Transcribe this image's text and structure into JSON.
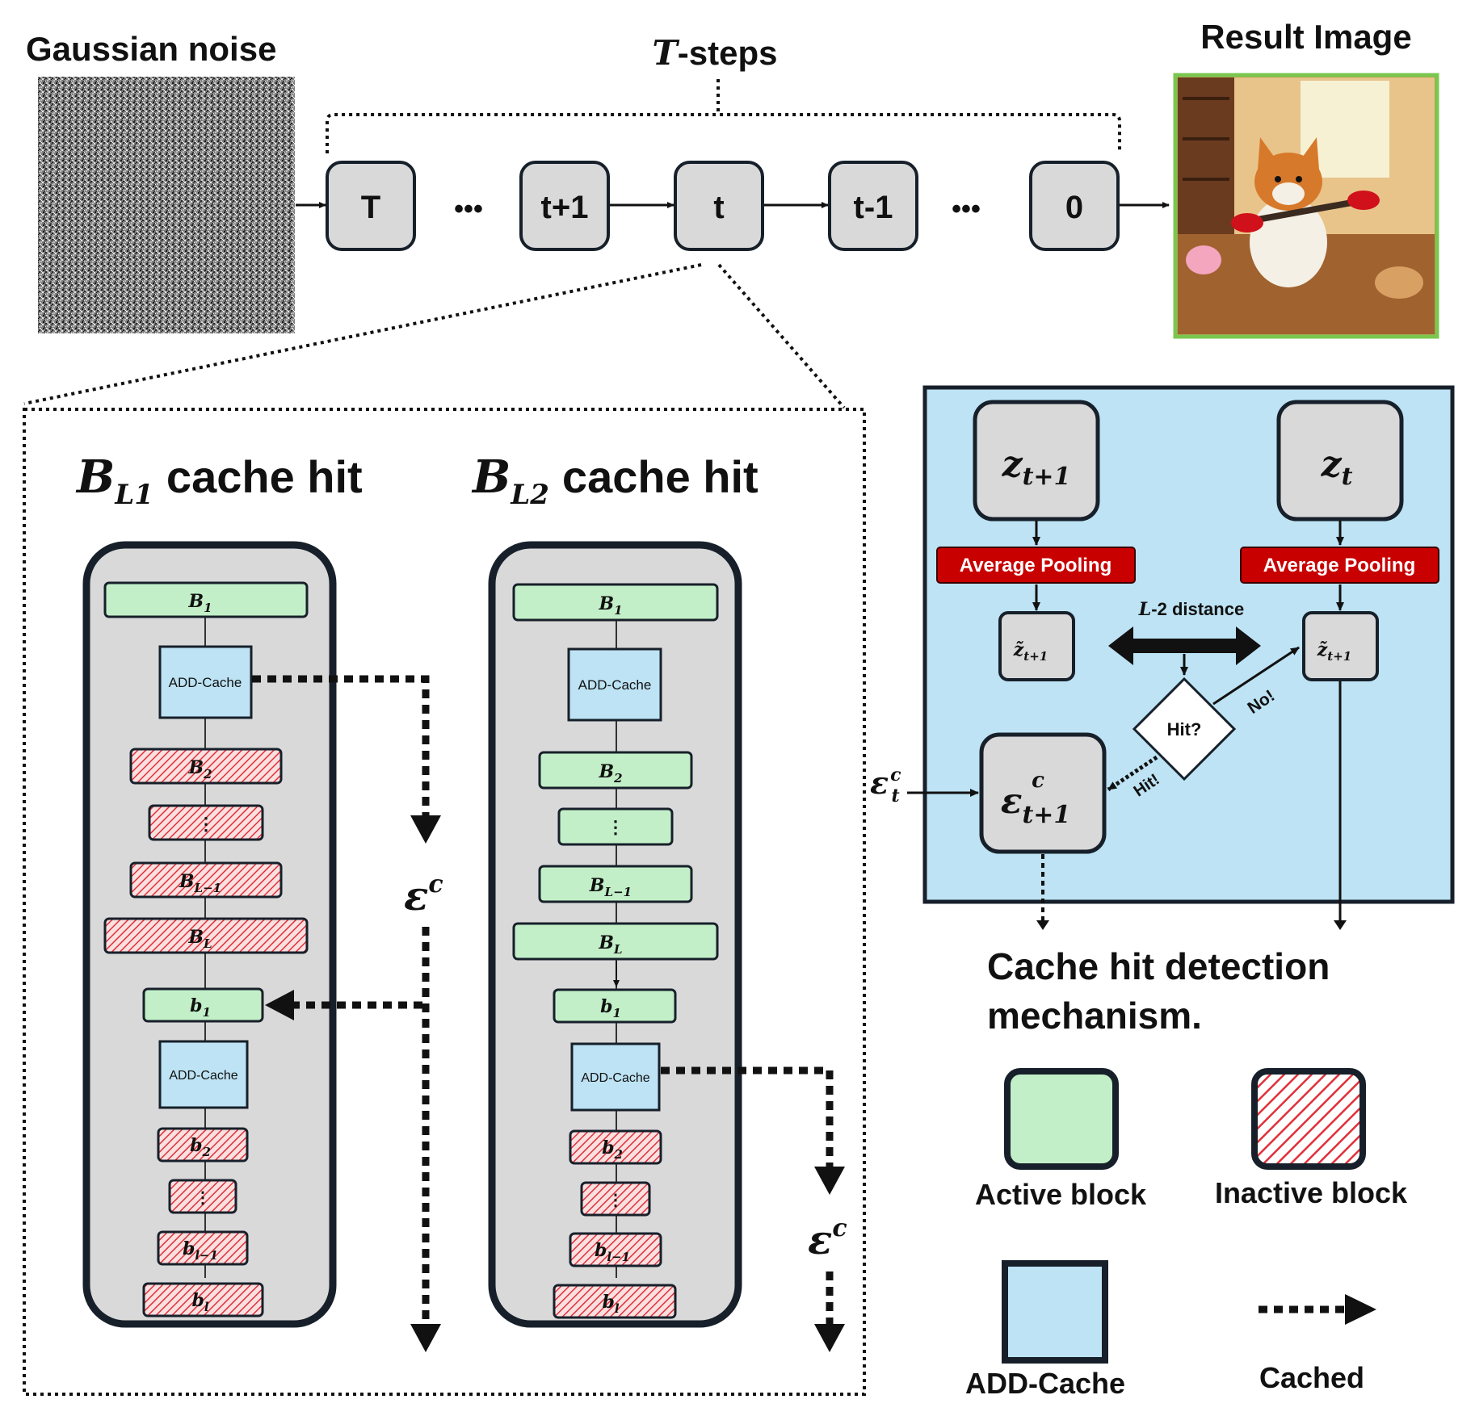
{
  "header": {
    "noise_label": "Gaussian noise",
    "steps_var": "T",
    "steps_suffix": "-steps",
    "result_label": "Result Image"
  },
  "timeline": {
    "steps": [
      "T",
      "t+1",
      "t",
      "t-1",
      "0"
    ],
    "ellipsis": "•••"
  },
  "columns": {
    "left_title_var": "B",
    "left_title_sub": "L1",
    "right_title_var": "B",
    "right_title_sub": "L2",
    "title_suffix": "cache hit",
    "block_var_upper": "B",
    "block_var_lower": "b",
    "sub_1": "1",
    "sub_2": "2",
    "sub_lm1": "L−1",
    "sub_l_upper": "L",
    "sub_l_lower": "l",
    "sub_lm1_lower": "l−1",
    "vdots": "⋮",
    "add_cache": "ADD-Cache",
    "eps_symbol": "ε",
    "eps_sup": "c"
  },
  "mechanism": {
    "z_symbol": "z",
    "z_prev_sub": "t+1",
    "z_curr_sub": "t",
    "z_tilde_label": "z̃",
    "z_tilde_sub": "t+1",
    "pooling": "Average Pooling",
    "distance_var": "L",
    "distance_suffix": "-2 distance",
    "decision": "Hit?",
    "no": "No!",
    "hit": "Hit!",
    "eps_symbol": "ε",
    "eps_sup": "c",
    "eps_in_sub": "t",
    "eps_out_sub": "t+1",
    "caption_line1": "Cache hit detection",
    "caption_line2": "mechanism."
  },
  "legend": {
    "active": "Active block",
    "inactive": "Inactive block",
    "add_cache": "ADD-Cache",
    "cached": "Cached"
  },
  "colors": {
    "active_fill": "#c2efc8",
    "inactive_stripe": "#e0303a",
    "add_cache_fill": "#bde3f4",
    "panel_fill": "#bde3f4",
    "pooling_fill": "#c80000",
    "column_fill": "#d9d9d9",
    "step_fill": "#d9d9d9",
    "result_border": "#7ac74f"
  }
}
